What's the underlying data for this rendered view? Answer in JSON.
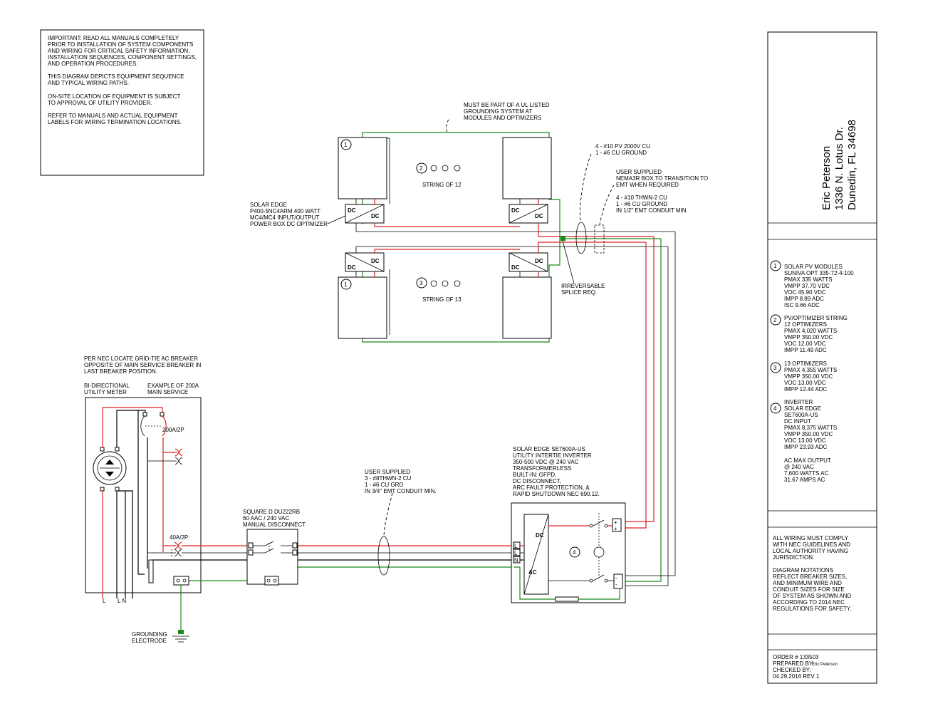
{
  "notes": {
    "important": [
      "IMPORTANT: READ ALL MANUALS COMPLETELY",
      "PRIOR TO INSTALLATION OF SYSTEM COMPONENTS",
      "AND WIRING FOR CRITICAL SAFETY INFORMATION,",
      "INSTALLATION SEQUENCES, COMPONENT SETTINGS,",
      "AND OPERATION PROCEDURES.",
      "",
      "THIS DIAGRAM DEPICTS EQUIPMENT SEQUENCE",
      "AND TYPICAL WIRING PATHS.",
      "",
      "ON-SITE LOCATION OF EQUIPMENT IS SUBJECT",
      "TO APPROVAL OF UTILITY PROVIDER.",
      "",
      "REFER TO MANUALS AND ACTUAL EQUIPMENT",
      "LABELS FOR WIRING TERMINATION LOCATIONS."
    ],
    "grounding_note": [
      "MUST BE PART OF A UL LISTED",
      "GROUNDING SYSTEM AT",
      "MODULES AND OPTIMIZERS"
    ],
    "optimizer_label": [
      "SOLAR EDGE",
      "P400-5NC4ARM  400 WATT",
      "MC4/MC4  INPUT/OUTPUT",
      "POWER BOX DC OPTIMIZER"
    ],
    "pv_wire_1": [
      "4 - #10 PV 2000V CU",
      "1 - #6 CU GROUND"
    ],
    "nema_box": [
      "USER SUPPLIED",
      "NEMA3R BOX TO TRANSITION TO",
      "EMT WHEN REQUIRED"
    ],
    "pv_wire_2": [
      "4 - #10 THWN-2 CU",
      "1 - #6 CU GROUND",
      "IN 1/2\" EMT CONDUIT MIN."
    ],
    "splice": [
      "IRREVERSABLE",
      "SPLICE REQ."
    ],
    "breaker_note": [
      "PER NEC LOCATE GRID-TIE AC BREAKER",
      "OPPOSITE OF MAIN SERVICE BREAKER IN",
      "LAST BREAKER POSITION."
    ],
    "meter_label": [
      "BI-DIRECTIONAL",
      "UTILITY METER"
    ],
    "service_label": [
      "EXAMPLE OF 200A",
      "MAIN SERVICE"
    ],
    "ac_wire": [
      "USER SUPPLIED",
      "3 - #8THWN-2 CU",
      "1 - #6 CU GRD",
      "IN 3/4\" EMT CONDUIT MIN."
    ],
    "disconnect_label": [
      "SQUARE D  DU222RB",
      "60 AAC / 240 VAC",
      "MANUAL DISCONNECT"
    ],
    "inverter_label": [
      "SOLAR EDGE SE7600A-US",
      "UTILITY INTERTIE INVERTER",
      "350-500 VDC  @  240 VAC",
      "TRANSFORMERLESS",
      "BUILT-IN: GFPD,",
      "DC DISCONNECT,",
      "ARC FAULT PROTECTION, &",
      "RAPID SHUTDOWN NEC 690.12."
    ],
    "ground_electrode": [
      "GROUNDING",
      "ELECTRODE"
    ]
  },
  "strings": {
    "string_12": "STRING OF 12",
    "string_13": "STRING OF 13",
    "dc": "DC",
    "ac": "AC",
    "breaker_200": "200A/2P",
    "breaker_40": "40A/2P",
    "terminal_l": "L",
    "terminal_n": "N",
    "meter_feet": "L  L N",
    "meter_feet_left": "L",
    "meter_feet_right": "L N"
  },
  "callouts": {
    "one": "1",
    "two": "2",
    "three": "3",
    "four": "4"
  },
  "title_block": {
    "name": "Eric Peterson",
    "street": "1336 N. Lotus Dr.",
    "city": "Dunedin, FL 34698"
  },
  "specs": {
    "modules": [
      "SOLAR PV MODULES",
      "SUNIVA OPT 335-72-4-100",
      "PMAX        335 WATTS",
      "VMPP          37.70 VDC",
      "VOC            45.90 VDC",
      "IMPP             8.89 ADC",
      "ISC               9.66 ADC"
    ],
    "string12": [
      "PV/OPTIMIZER STRING",
      "12 OPTIMIZERS",
      "PMAX    4,020 WATTS",
      "VMPP         350.00 VDC",
      "VOC             12.00 VDC",
      "IMPP           11.49 ADC"
    ],
    "string13": [
      "13 OPTIMIZERS",
      "PMAX    4,355 WATTS",
      "VMPP         350.00 VDC",
      "VOC             13.00 VDC",
      "IMPP           12.44 ADC"
    ],
    "inverter": [
      "INVERTER",
      "SOLAR EDGE",
      "SE7600A-US",
      "DC INPUT",
      "PMAX    8,375 WATTS",
      "VMPP        350.00 VDC",
      "VOC            13.00 VDC",
      "IMPP          23.93 ADC",
      "",
      "AC MAX OUTPUT",
      "@ 240 VAC",
      "7,600 WATTS AC",
      "31.67 AMPS AC"
    ]
  },
  "compliance": [
    "ALL WIRING MUST COMPLY",
    "WITH NEC GUIDELINES AND",
    "LOCAL AUTHORITY HAVING",
    "JURISDICTION.",
    "",
    "DIAGRAM NOTATIONS",
    "REFLECT BREAKER SIZES,",
    "AND MINIMUM WIRE AND",
    "CONDUIT SIZES FOR SIZE",
    "OF SYSTEM AS SHOWN AND",
    "ACCORDING TO 2014 NEC",
    "REGULATIONS FOR SAFETY."
  ],
  "order": {
    "order_no": "ORDER # 133503",
    "prepared_label": "PREPARED BY:",
    "prepared_by": "Eric Peterson",
    "checked": "CHECKED BY:",
    "date_rev": "04.29.2016   REV 1"
  },
  "colors": {
    "positive": "#e02020",
    "ground": "#1a8a1a",
    "line": "#000000"
  }
}
